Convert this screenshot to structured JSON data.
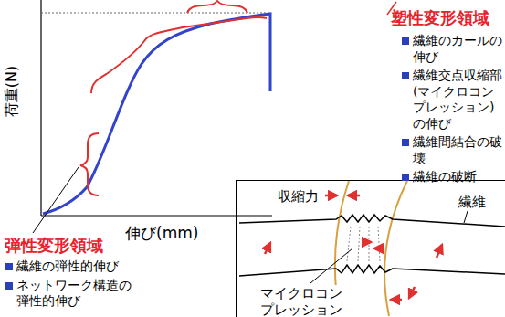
{
  "diagram": {
    "nodes": [
      {
        "text": [
          "収縮力",
          "繊維",
          "マイクロコンプレッション"
        ]
      }
    ],
    "labels": [
      "荷重(N)",
      "伸び(mm)",
      "塑性変形領域",
      "繊維のカールの伸び",
      "繊維交点収縮部(マイクロコンプレッション)の伸び",
      "繊維間結合の破壊",
      "繊維の破断",
      "弾性変形領域",
      "繊維の弾性的伸び",
      "ネットワーク構造の弾性的伸び"
    ]
  }
}
